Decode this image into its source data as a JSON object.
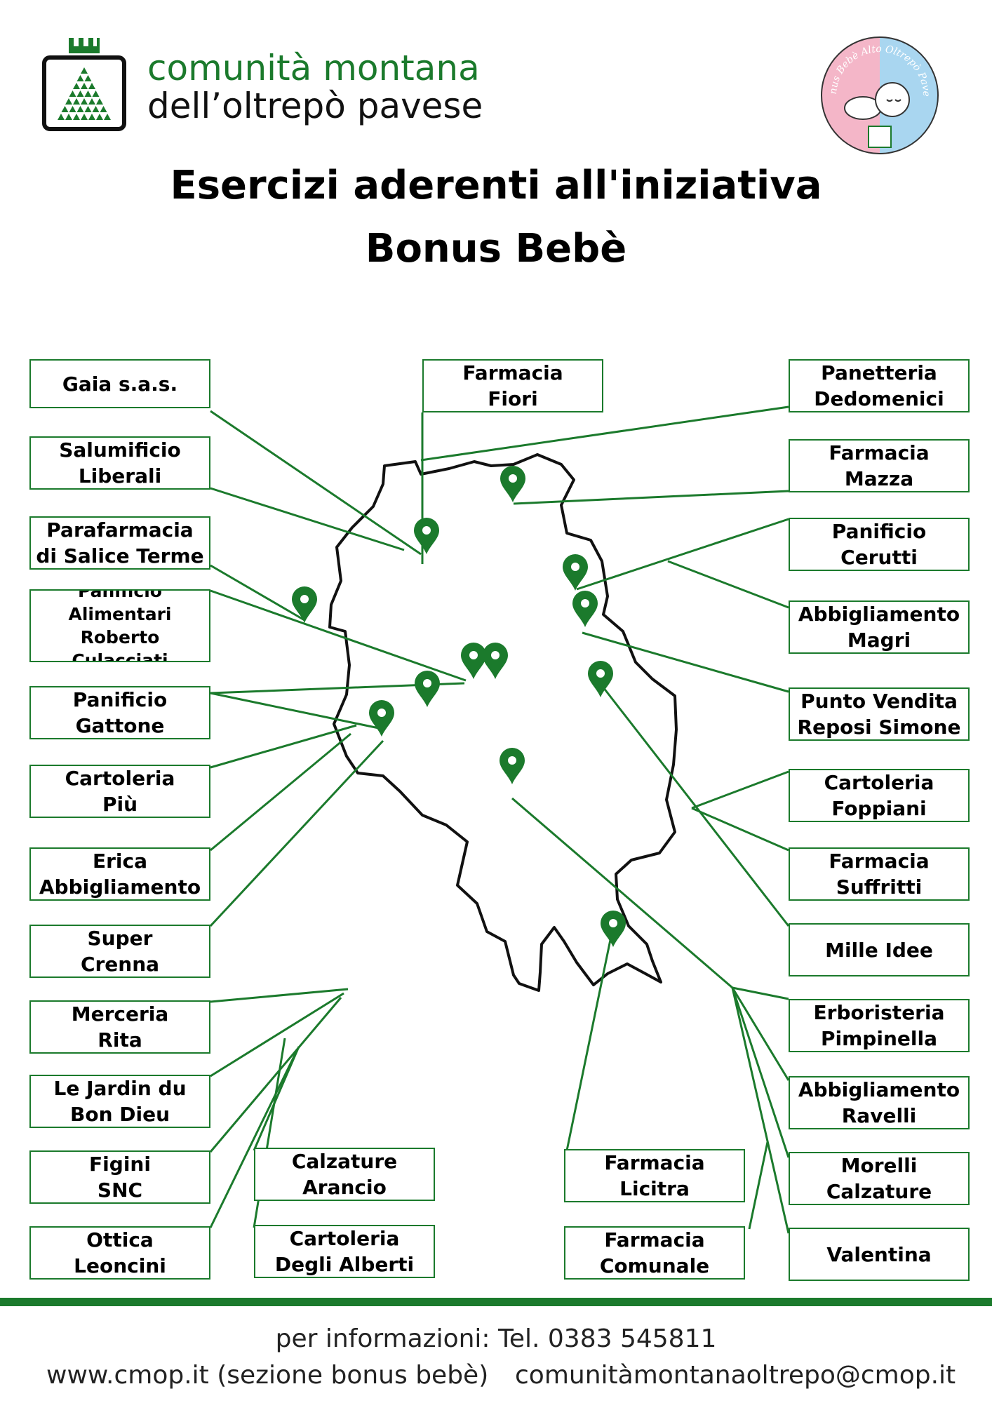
{
  "header": {
    "logo_line1": "comunità montana",
    "logo_line2": "dell’oltrepò pavese",
    "badge_text": "Bonus Bebè Alto Oltrepò Pavese"
  },
  "title": {
    "line1": "Esercizi aderenti all'iniziativa",
    "line2": "Bonus Bebè"
  },
  "shops": [
    "Gaia s.a.s.",
    "Salumificio\nLiberali",
    "Parafarmacia\ndi Salice Terme",
    "Panificio\nAlimentari\nRoberto Culacciati",
    "Panificio\nGattone",
    "Cartoleria\nPiù",
    "Erica\nAbbigliamento",
    "Super\nCrenna",
    "Merceria\nRita",
    "Le Jardin du\nBon Dieu",
    "Figini\nSNC",
    "Ottica\nLeoncini",
    "Calzature\nArancio",
    "Cartoleria\nDegli Alberti",
    "Farmacia\nFiori",
    "Farmacia\nLicitra",
    "Farmacia\nComunale",
    "Panetteria\nDedomenici",
    "Farmacia\nMazza",
    "Panificio\nCerutti",
    "Abbigliamento\nMagri",
    "Punto Vendita\nReposi Simone",
    "Cartoleria\nFoppiani",
    "Farmacia\nSuffritti",
    "Mille Idee",
    "Erboristeria\nPimpinella",
    "Abbigliamento\nRavelli",
    "Morelli\nCalzature",
    "Valentina"
  ],
  "footer": {
    "phone_line": "per informazioni: Tel. 0383 545811",
    "website": "www.cmop.it (sezione bonus bebè)",
    "email": "comunitàmontanaoltrepo@cmop.it"
  },
  "colors": {
    "accent": "#1b7a2c",
    "badge_pink": "#f4b6c8",
    "badge_blue": "#a9d6f0"
  },
  "icons": [
    "location-pin-icon",
    "crown-icon",
    "baby-icon"
  ]
}
